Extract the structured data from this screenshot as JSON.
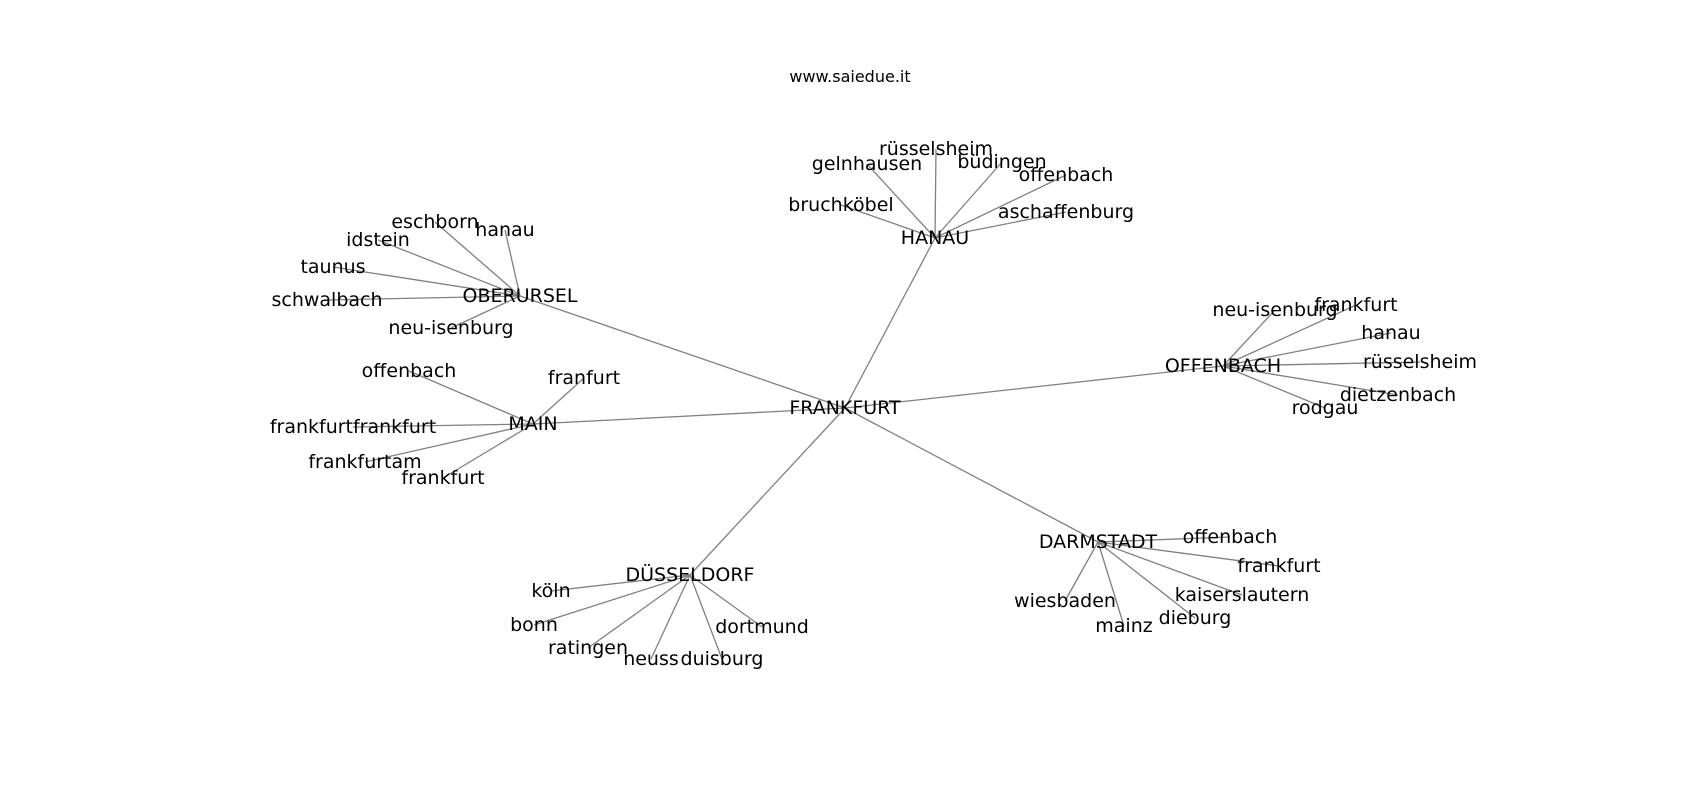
{
  "title": "www.saiedue.it",
  "edge_color": "#808080",
  "text_color": "#000000",
  "center": "FRANKFURT",
  "hubs": [
    {
      "id": "OBERURSEL",
      "label": "OBERURSEL",
      "leaves": [
        "eschborn",
        "hanau",
        "idstein",
        "taunus",
        "schwalbach",
        "neu-isenburg"
      ]
    },
    {
      "id": "HANAU",
      "label": "HANAU",
      "leaves": [
        "rüsselsheim",
        "gelnhausen",
        "büdingen",
        "offenbach",
        "bruchköbel",
        "aschaffenburg"
      ]
    },
    {
      "id": "OFFENBACH",
      "label": "OFFENBACH",
      "leaves": [
        "neu-isenburg",
        "frankfurt",
        "hanau",
        "rüsselsheim",
        "dietzenbach",
        "rodgau"
      ]
    },
    {
      "id": "MAIN",
      "label": "MAIN",
      "leaves": [
        "offenbach",
        "franfurt",
        "frankfurtfrankfurt",
        "frankfurtam",
        "frankfurt"
      ]
    },
    {
      "id": "DARMSTADT",
      "label": "DARMSTADT",
      "leaves": [
        "offenbach",
        "frankfurt",
        "kaiserslautern",
        "wiesbaden",
        "mainz",
        "dieburg"
      ]
    },
    {
      "id": "DUSSELDORF",
      "label": "DÜSSELDORF",
      "leaves": [
        "köln",
        "bonn",
        "ratingen",
        "neuss",
        "duisburg",
        "dortmund"
      ]
    }
  ]
}
